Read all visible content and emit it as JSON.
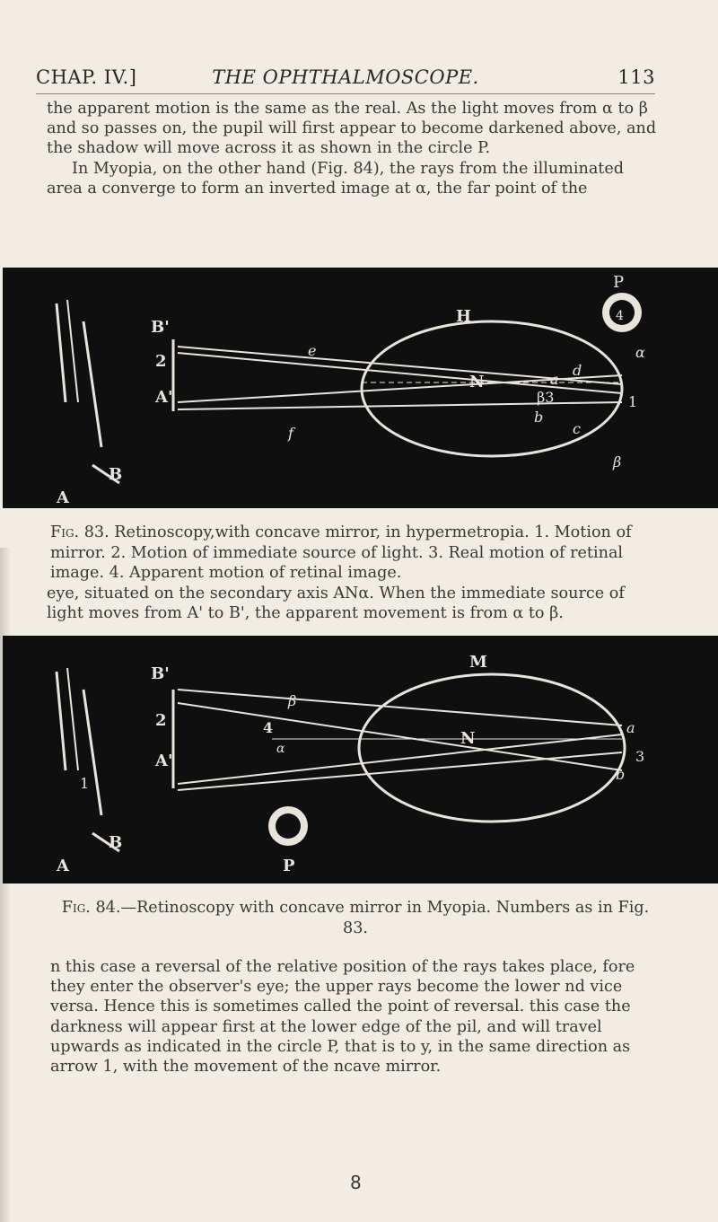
{
  "header": {
    "chapter": "CHAP. IV.]",
    "title": "THE OPHTHALMOSCOPE.",
    "page": "113"
  },
  "para1": {
    "line1": "the apparent motion is the same as the real. As the light moves from α to β and so passes on, the pupil will first appear to become darkened above, and the shadow will move across it as shown in the circle P.",
    "line2": "In Myopia, on the other hand (Fig. 84), the rays from the illuminated area a converge to form an inverted image at α, the far point of the"
  },
  "fig83": {
    "labels": [
      "P",
      "H",
      "B'",
      "2",
      "A'",
      "e",
      "N",
      "a",
      "d",
      "c",
      "f",
      "b",
      "β3",
      "4",
      "α",
      "1",
      "β",
      "A",
      "B"
    ],
    "caption_tag": "Fig. 83.",
    "caption_text": "Retinoscopy,with concave mirror, in hypermetropia. 1. Motion of mirror. 2. Motion of immediate source of light. 3. Real motion of retinal image. 4. Apparent motion of retinal image."
  },
  "para2": {
    "text": "eye, situated on the secondary axis ANα. When the immediate source of light moves from A' to B', the apparent movement is from α to β."
  },
  "fig84": {
    "labels": [
      "M",
      "B'",
      "β",
      "2",
      "4",
      "A'",
      "α",
      "N",
      "a",
      "3",
      "b",
      "P",
      "A",
      "B",
      "1"
    ],
    "caption_tag": "Fig. 84.",
    "caption_text": "—Retinoscopy with concave mirror in Myopia. Numbers as in Fig. 83."
  },
  "para3": {
    "text": "n this case a reversal of the relative position of the rays takes place, fore they enter the observer's eye; the upper rays become the lower nd vice versa. Hence this is sometimes called the point of reversal. this case the darkness will appear first at the lower edge of the pil, and will travel upwards as indicated in the circle P, that is to y, in the same direction as arrow 1, with the movement of the ncave mirror."
  },
  "footer": {
    "signature": "8"
  }
}
